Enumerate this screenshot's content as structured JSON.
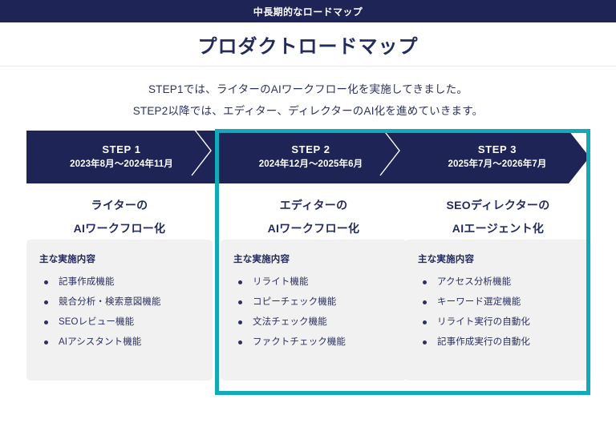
{
  "topbar": {
    "label": "中長期的なロードマップ"
  },
  "header": {
    "title": "プロダクトロードマップ"
  },
  "intro": {
    "line1": "STEP1では、ライターのAIワークフロー化を実施してきました。",
    "line2": "STEP2以降では、エディター、ディレクターのAI化を進めていきます。"
  },
  "colors": {
    "navy": "#1f2457",
    "teal": "#12aab8",
    "card_grey": "#f1f1f1",
    "text_navy": "#2c3160"
  },
  "roadmap": {
    "card_section_title": "主な実施内容",
    "steps": [
      {
        "name": "STEP 1",
        "period": "2023年8月〜2024年11月",
        "headline_line1": "ライターの",
        "headline_line2": "AIワークフロー化",
        "section_title": "主な実施内容",
        "items": [
          "記事作成機能",
          "競合分析・検索意図機能",
          "SEOレビュー機能",
          "AIアシスタント機能"
        ],
        "highlighted": false
      },
      {
        "name": "STEP 2",
        "period": "2024年12月〜2025年6月",
        "headline_line1": "エディターの",
        "headline_line2": "AIワークフロー化",
        "section_title": "主な実施内容",
        "items": [
          "リライト機能",
          "コピーチェック機能",
          "文法チェック機能",
          "ファクトチェック機能"
        ],
        "highlighted": true
      },
      {
        "name": "STEP 3",
        "period": "2025年7月〜2026年7月",
        "headline_line1": "SEOディレクターの",
        "headline_line2": "AIエージェント化",
        "section_title": "主な実施内容",
        "items": [
          "アクセス分析機能",
          "キーワード選定機能",
          "リライト実行の自動化",
          "記事作成実行の自動化"
        ],
        "highlighted": true
      }
    ]
  }
}
